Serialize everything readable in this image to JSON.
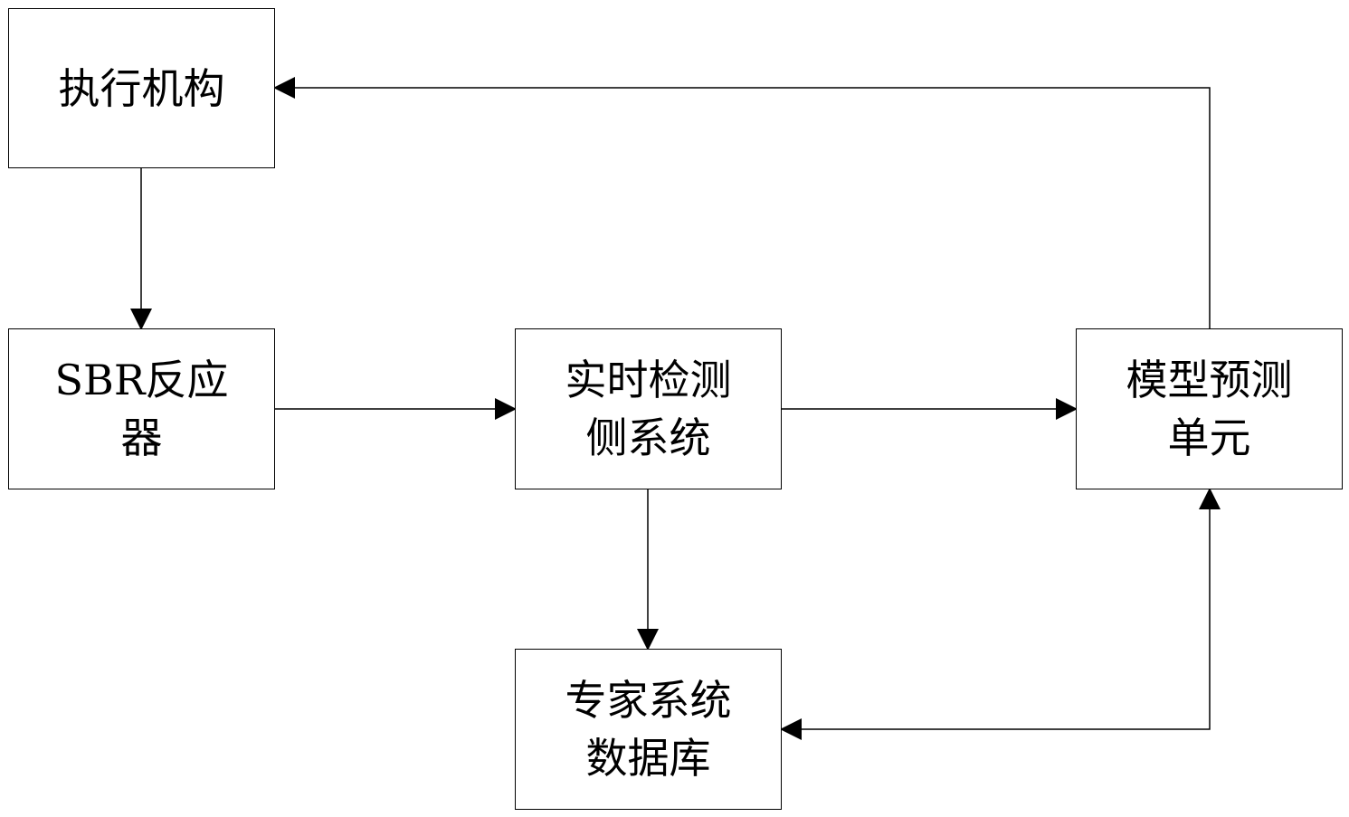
{
  "diagram": {
    "nodes": [
      {
        "id": "actuator",
        "lines": [
          "执行机构"
        ]
      },
      {
        "id": "sbr",
        "lines": [
          "SBR反应",
          "器"
        ]
      },
      {
        "id": "realtime",
        "lines": [
          "实时检测",
          "侧系统"
        ]
      },
      {
        "id": "model",
        "lines": [
          "模型预测",
          "单元"
        ]
      },
      {
        "id": "expert",
        "lines": [
          "专家系统",
          "数据库"
        ]
      }
    ],
    "edges": [
      {
        "from": "actuator",
        "to": "sbr",
        "direction": "down"
      },
      {
        "from": "sbr",
        "to": "realtime",
        "direction": "right"
      },
      {
        "from": "realtime",
        "to": "model",
        "direction": "right"
      },
      {
        "from": "realtime",
        "to": "expert",
        "direction": "down"
      },
      {
        "from": "model",
        "to": "actuator",
        "direction": "feedback-up-left"
      },
      {
        "from": "expert",
        "to": "model",
        "direction": "bidirectional"
      }
    ],
    "colors": {
      "stroke": "#000000",
      "background": "#ffffff"
    }
  }
}
